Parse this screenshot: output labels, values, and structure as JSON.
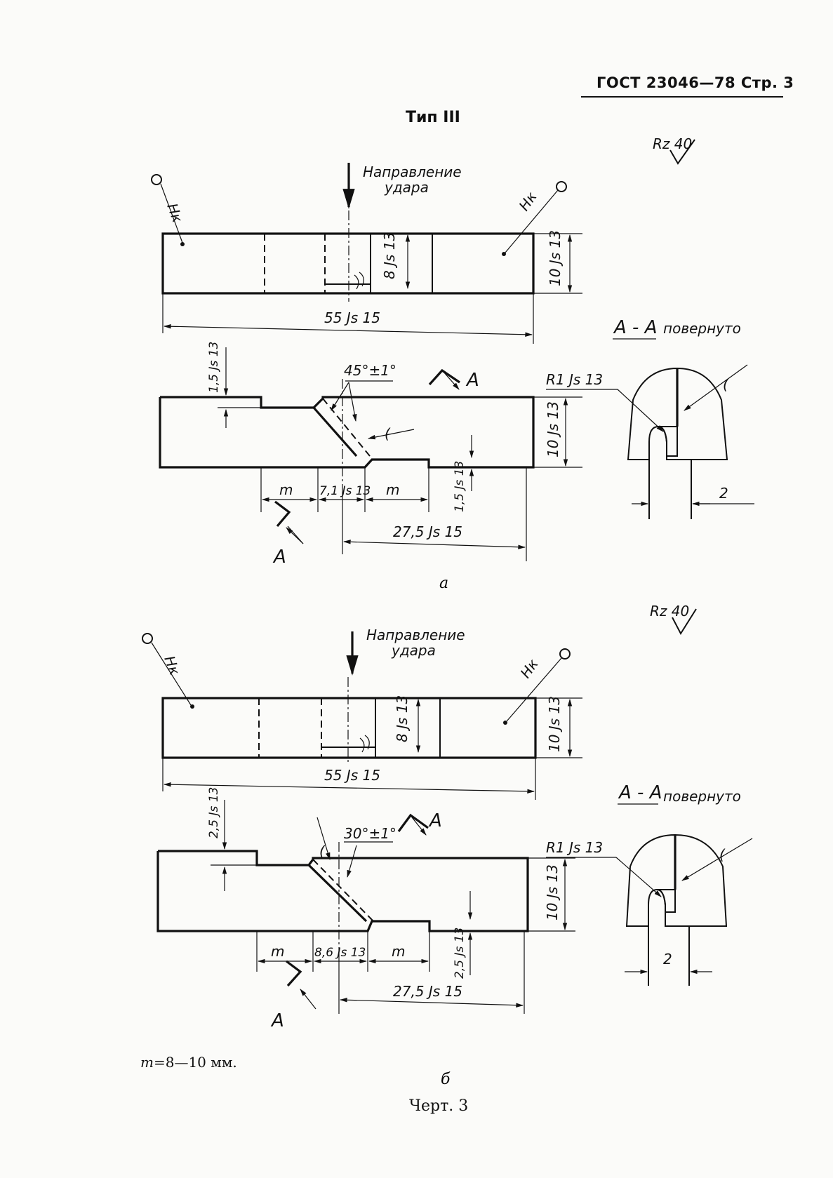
{
  "header": {
    "standard": "ГОСТ 23046—78 Стр. 3"
  },
  "type_title": "Тип III",
  "roughness": {
    "a": "Rz 40",
    "b": "Rz 40"
  },
  "labels": {
    "impact_direction_line1": "Направление",
    "impact_direction_line2": "удара",
    "hardness": "Нк",
    "section_a": "А",
    "section_view": "А - А",
    "rotated": "повернуто"
  },
  "dims_a": {
    "length": "55 Js 15",
    "height": "10 Js 13",
    "notch_height": "8 Js 13",
    "step_top": "1,5 Js 13",
    "step_bottom": "1,5 Js 13",
    "angle": "45°±1°",
    "notch_width": "7,1 Js 13",
    "m_left": "m",
    "m_right": "m",
    "half_length": "27,5 Js 15",
    "radius": "R1 Js 13",
    "width": "2"
  },
  "dims_b": {
    "length": "55 Js 15",
    "height": "10 Js 13",
    "notch_height": "8 Js 13",
    "step_top": "2,5 Js 13",
    "step_bottom": "2,5 Js 13",
    "angle": "30°±1°",
    "notch_width": "8,6 Js 13",
    "m_left": "m",
    "m_right": "m",
    "half_length": "27,5 Js 15",
    "radius": "R1 Js 13",
    "width": "2"
  },
  "figure_letters": {
    "a": "а",
    "b": "б"
  },
  "note": {
    "symbol": "m",
    "text": "=8—10 мм."
  },
  "caption": "Черт. 3"
}
